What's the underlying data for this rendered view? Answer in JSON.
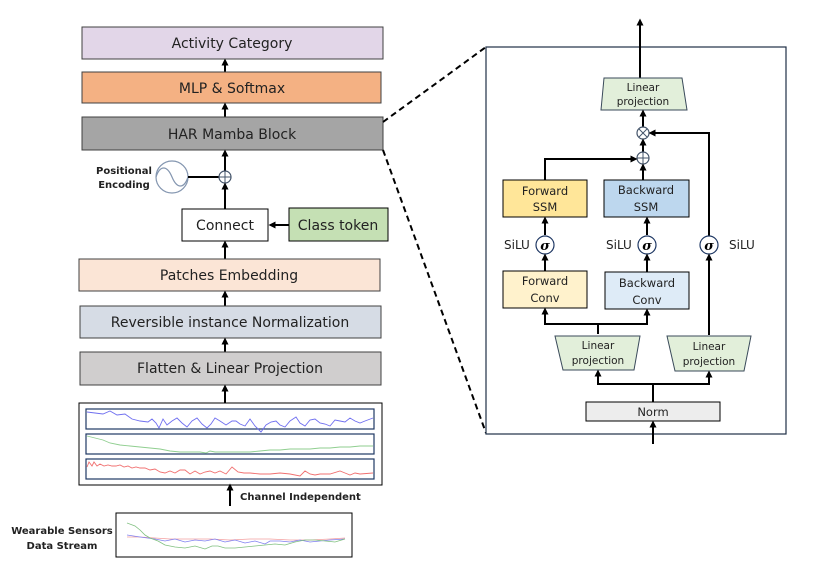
{
  "left_pipeline": {
    "activity_category": "Activity Category",
    "mlp_softmax": "MLP & Softmax",
    "har_mamba_block": "HAR Mamba Block",
    "positional_encoding_line1": "Positional",
    "positional_encoding_line2": "Encoding",
    "connect": "Connect",
    "class_token": "Class token",
    "patches_embedding": "Patches Embedding",
    "revin": "Reversible instance Normalization",
    "flatten_projection": "Flatten & Linear Projection",
    "channel_independent": "Channel Independent",
    "sensors_line1": "Wearable Sensors",
    "sensors_line2": "Data Stream"
  },
  "mamba_detail": {
    "top_projection_line1": "Linear",
    "top_projection_line2": "projection",
    "forward_ssm_line1": "Forward",
    "forward_ssm_line2": "SSM",
    "backward_ssm_line1": "Backward",
    "backward_ssm_line2": "SSM",
    "forward_conv_line1": "Forward",
    "forward_conv_line2": "Conv",
    "backward_conv_line1": "Backward",
    "backward_conv_line2": "Conv",
    "silu": "SiLU",
    "sigma": "σ",
    "left_projection_line1": "Linear",
    "left_projection_line2": "projection",
    "right_projection_line1": "Linear",
    "right_projection_line2": "projection",
    "norm": "Norm"
  },
  "colors": {
    "activity": "#e2d6e8",
    "mlp": "#f4b183",
    "har": "#a5a5a5",
    "class_token": "#c5e0b4",
    "patches": "#fbe5d6",
    "revin": "#d6dce5",
    "flatten": "#d0cece",
    "forward_ssm": "#ffe699",
    "backward_ssm": "#bdd7ee",
    "forward_conv": "#fff2cc",
    "backward_conv": "#deebf7",
    "projection": "#e2efda",
    "norm": "#ededed",
    "series_blue": "#6f6ff0",
    "series_green": "#8fce8f",
    "series_red": "#f07070"
  }
}
